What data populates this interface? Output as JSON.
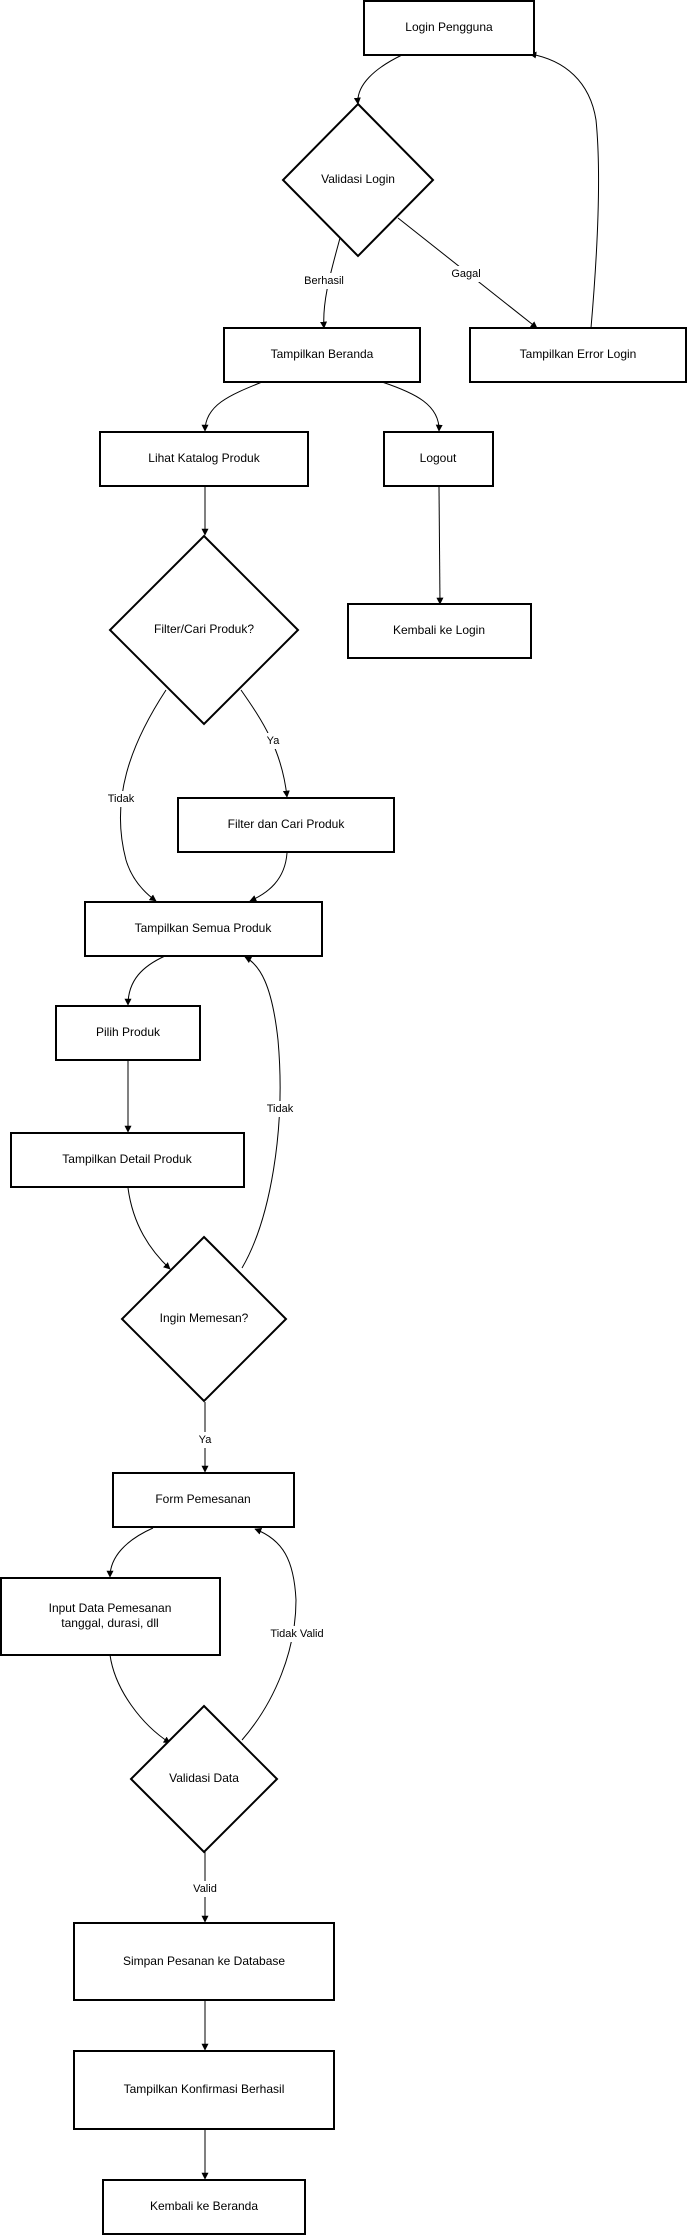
{
  "nodes": {
    "login": "Login Pengguna",
    "validasi_login": "Validasi Login",
    "beranda": "Tampilkan Beranda",
    "error_login": "Tampilkan Error Login",
    "katalog": "Lihat Katalog Produk",
    "logout": "Logout",
    "kembali_login": "Kembali ke Login",
    "filter_cari_q": "Filter/Cari Produk?",
    "filter_cari": "Filter dan Cari Produk",
    "semua_produk": "Tampilkan Semua Produk",
    "pilih_produk": "Pilih Produk",
    "detail_produk": "Tampilkan Detail Produk",
    "ingin_memesan": "Ingin Memesan?",
    "form_pemesanan": "Form Pemesanan",
    "input_data_l1": "Input Data Pemesanan",
    "input_data_l2": "tanggal, durasi, dll",
    "validasi_data": "Validasi Data",
    "simpan": "Simpan Pesanan ke Database",
    "konfirmasi": "Tampilkan Konfirmasi Berhasil",
    "kembali_beranda": "Kembali ke Beranda"
  },
  "edge_labels": {
    "berhasil": "Berhasil",
    "gagal": "Gagal",
    "ya_filter": "Ya",
    "tidak_filter": "Tidak",
    "tidak_pesan": "Tidak",
    "ya_pesan": "Ya",
    "tidak_valid": "Tidak Valid",
    "valid": "Valid"
  },
  "colors": {
    "stroke": "#000000",
    "fill": "#ffffff"
  }
}
